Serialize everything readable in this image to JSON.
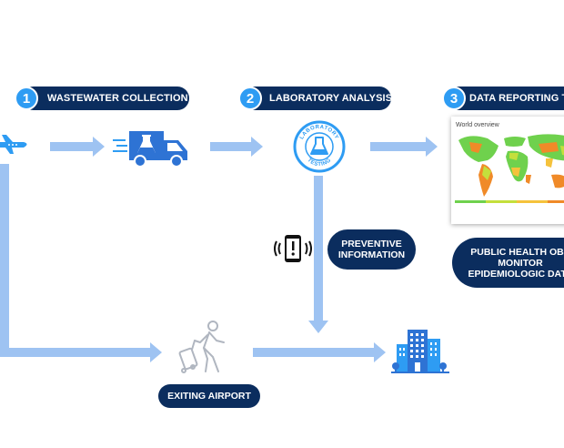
{
  "steps": [
    {
      "number": "1",
      "label": "WASTEWATER COLLECTION"
    },
    {
      "number": "2",
      "label": "LABORATORY ANALYSIS"
    },
    {
      "number": "3",
      "label": "DATA REPORTING TO"
    }
  ],
  "lab_badge": {
    "top_text": "LABORATORY",
    "bottom_text": "TESTING"
  },
  "map": {
    "title": "World overview",
    "legend_colors": [
      "#6fd14d",
      "#c4df3c",
      "#f5c23c",
      "#f08a28"
    ]
  },
  "callouts": {
    "preventive": [
      "PREVENTIVE",
      "INFORMATION"
    ],
    "public_health": [
      "PUBLIC HEALTH OBS",
      "MONITOR",
      "EPIDEMIOLOGIC DATA"
    ],
    "exiting": "EXITING AIRPORT"
  },
  "icons": [
    "airplane-icon",
    "truck-icon",
    "lab-flask-icon",
    "world-map-icon",
    "phone-alert-icon",
    "traveler-icon",
    "buildings-icon"
  ]
}
